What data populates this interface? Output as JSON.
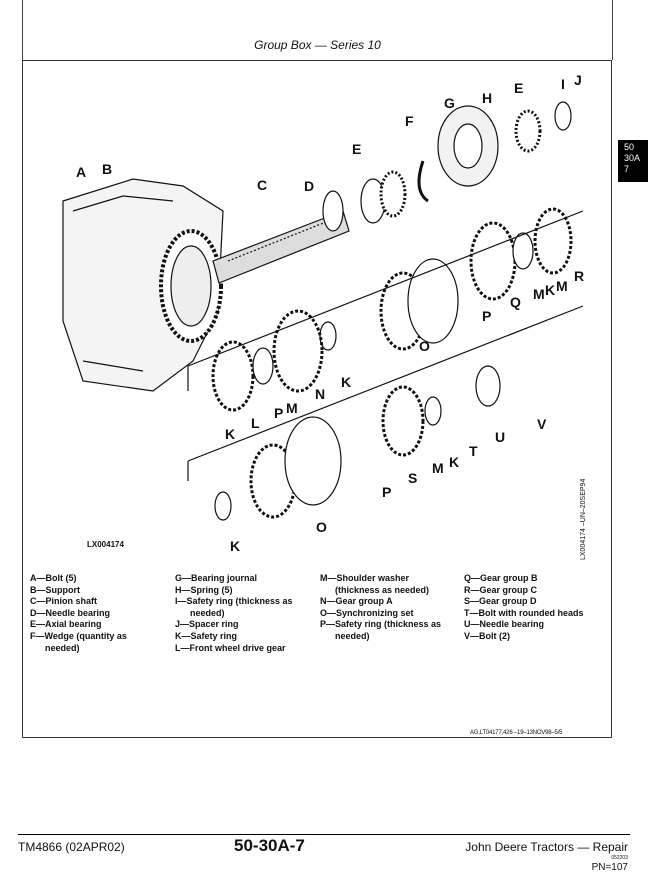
{
  "header": {
    "title": "Group Box — Series 10"
  },
  "side_tab": [
    "50",
    "30A",
    "7"
  ],
  "figure": {
    "id_label": "LX004174",
    "vertical_label": "LX004174   –UN–20SEP94",
    "callouts": [
      "A",
      "B",
      "C",
      "D",
      "E",
      "F",
      "G",
      "H",
      "E",
      "I",
      "J",
      "R",
      "M",
      "K",
      "M",
      "Q",
      "P",
      "O",
      "K",
      "N",
      "M",
      "P",
      "L",
      "K",
      "V",
      "U",
      "T",
      "K",
      "M",
      "S",
      "P",
      "O",
      "K"
    ],
    "reference": "AG,LT04177,426   –19–13NOV98–5/5"
  },
  "legend": {
    "col1": [
      "A—Bolt (5)",
      "B—Support",
      "C—Pinion shaft",
      "D—Needle bearing",
      "E—Axial bearing",
      "F—Wedge (quantity as",
      "needed)"
    ],
    "col2": [
      "G—Bearing journal",
      "H—Spring (5)",
      "I—Safety ring (thickness as",
      "needed)",
      "J—Spacer ring",
      "K—Safety ring",
      "L—Front wheel drive gear"
    ],
    "col3": [
      "M—Shoulder washer",
      "(thickness as needed)",
      "N—Gear group A",
      "O—Synchronizing set",
      "P—Safety ring (thickness as",
      "needed)"
    ],
    "col4": [
      "Q—Gear group B",
      "R—Gear group C",
      "S—Gear group D",
      "T—Bolt with rounded heads",
      "U—Needle bearing",
      "V—Bolt (2)"
    ]
  },
  "footer": {
    "manual": "TM4866 (02APR02)",
    "page": "50-30A-7",
    "title": "John Deere Tractors — Repair",
    "small_code": "052203",
    "pn": "PN=107"
  }
}
